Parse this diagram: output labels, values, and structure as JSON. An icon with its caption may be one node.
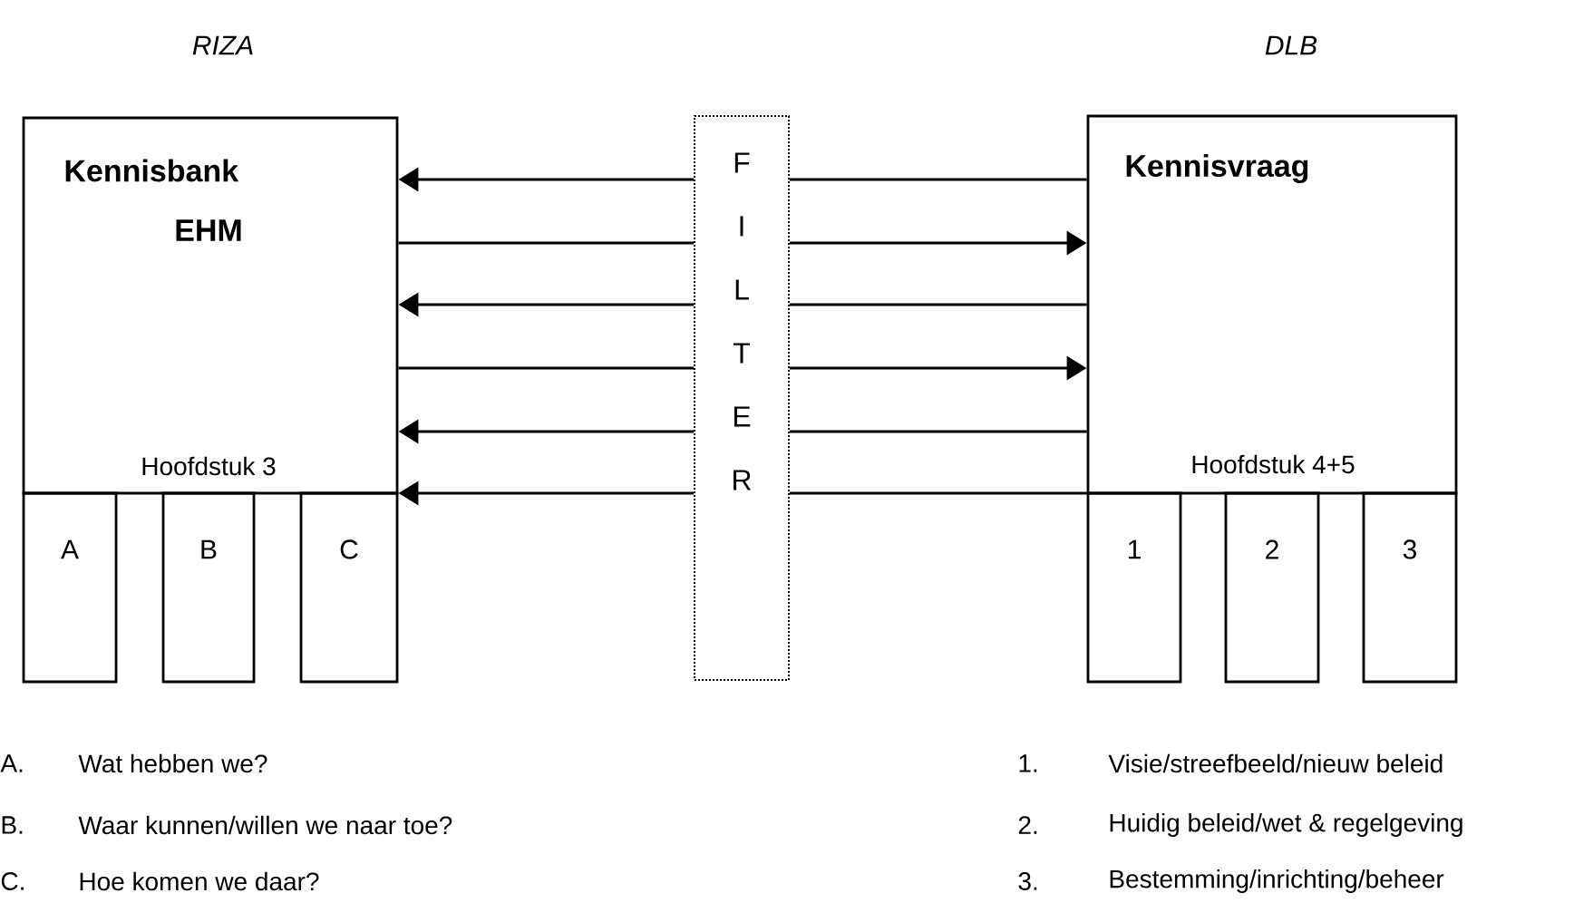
{
  "diagram": {
    "nodes": [
      {
        "text": [
          "Kennisbank",
          "EHM",
          "Hoofdstuk 3"
        ]
      },
      {
        "text": [
          "A"
        ]
      },
      {
        "text": [
          "B"
        ]
      },
      {
        "text": [
          "C"
        ]
      },
      {
        "text": [
          "F I L T E R"
        ]
      },
      {
        "text": [
          "Kennisvraag",
          "Hoofdstuk 4+5"
        ]
      },
      {
        "text": [
          "1"
        ]
      },
      {
        "text": [
          "2"
        ]
      },
      {
        "text": [
          "3"
        ]
      }
    ],
    "edges": [
      {
        "from": 5,
        "to": 4,
        "arrow": "none"
      },
      {
        "from": 4,
        "to": 0,
        "arrow": "to"
      },
      {
        "from": 0,
        "to": 4,
        "arrow": "none"
      },
      {
        "from": 4,
        "to": 5,
        "arrow": "to"
      },
      {
        "from": 5,
        "to": 4,
        "arrow": "none"
      },
      {
        "from": 4,
        "to": 0,
        "arrow": "to"
      },
      {
        "from": 0,
        "to": 4,
        "arrow": "none"
      },
      {
        "from": 4,
        "to": 5,
        "arrow": "to"
      },
      {
        "from": 5,
        "to": 4,
        "arrow": "none"
      },
      {
        "from": 4,
        "to": 0,
        "arrow": "to"
      },
      {
        "from": 5,
        "to": 4,
        "arrow": "none"
      },
      {
        "from": 4,
        "to": 0,
        "arrow": "to"
      }
    ],
    "labels": [
      "RIZA",
      "DLB",
      "A.",
      "Wat hebben we?",
      "1.",
      "Visie/streefbeeld/nieuw beleid",
      "B.",
      "Waar kunnen/willen we naar toe?",
      "2.",
      "Huidig beleid/wet & regelgeving",
      "C.",
      "Hoe komen we daar?",
      "3.",
      "Bestemming/inrichting/beheer"
    ]
  }
}
